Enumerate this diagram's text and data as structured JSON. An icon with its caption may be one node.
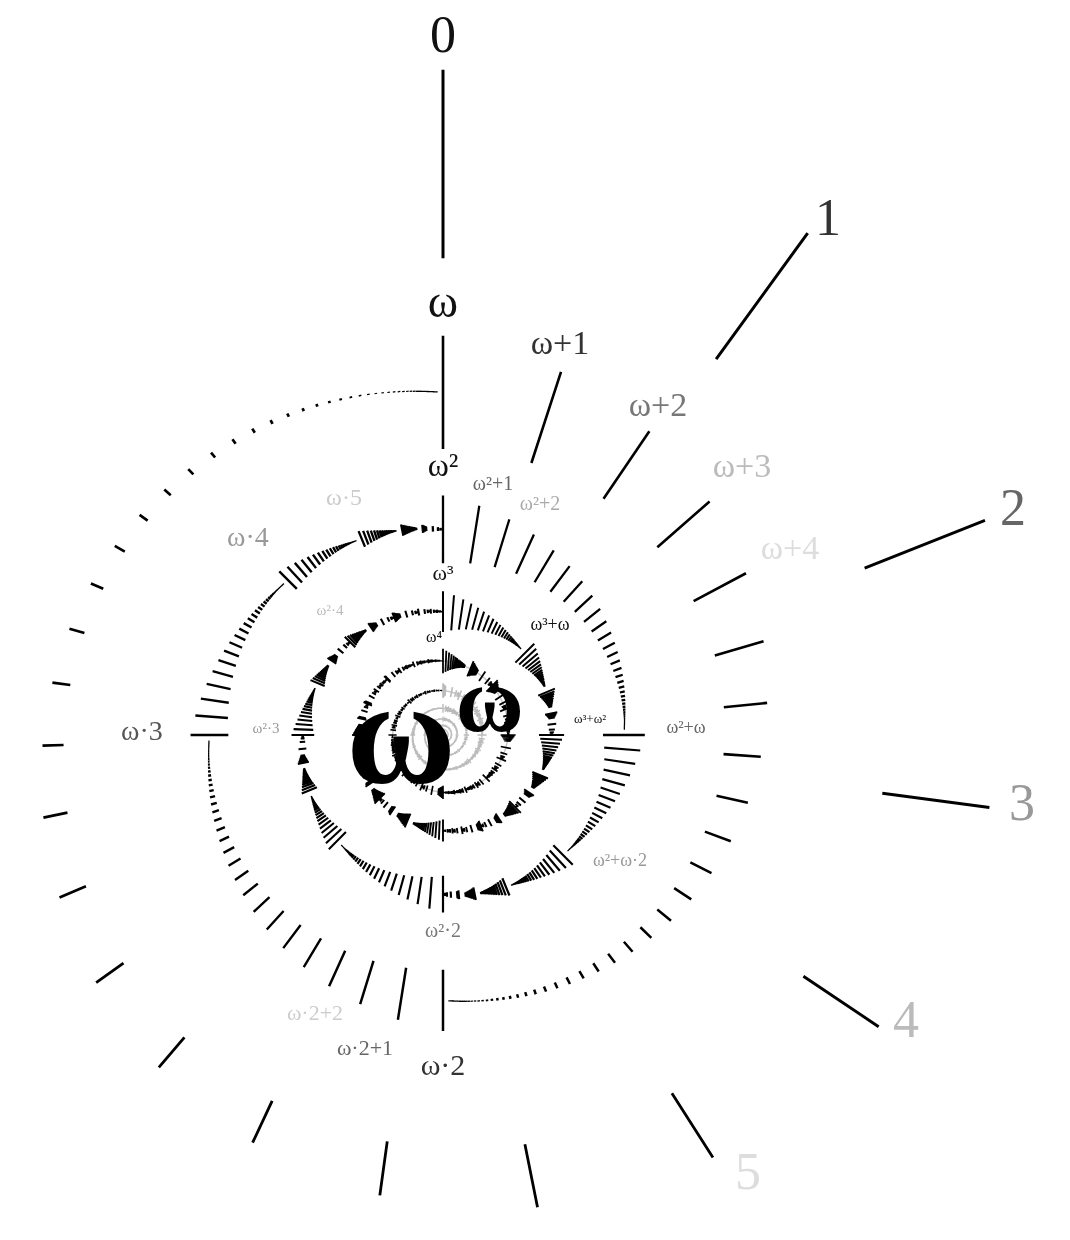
{
  "diagram": {
    "labels": [
      "0",
      "1",
      "ω",
      "ω+1",
      "ω+2",
      "ω²",
      "ω+3",
      "ω²+1",
      "ω²+2",
      "2",
      "ω·5",
      "ω+4",
      "ω·4",
      "ω³",
      "ω²·4",
      "ω³+ω",
      "ω⁴",
      "ω$^{ω}$",
      "ω·3",
      "ω²·3",
      "ω³+ω²",
      "ω²+ω",
      "3",
      "ω²+ω·2",
      "ω²·2",
      "ω·2+2",
      "4",
      "ω·2+1",
      "ω·2",
      "5"
    ]
  }
}
